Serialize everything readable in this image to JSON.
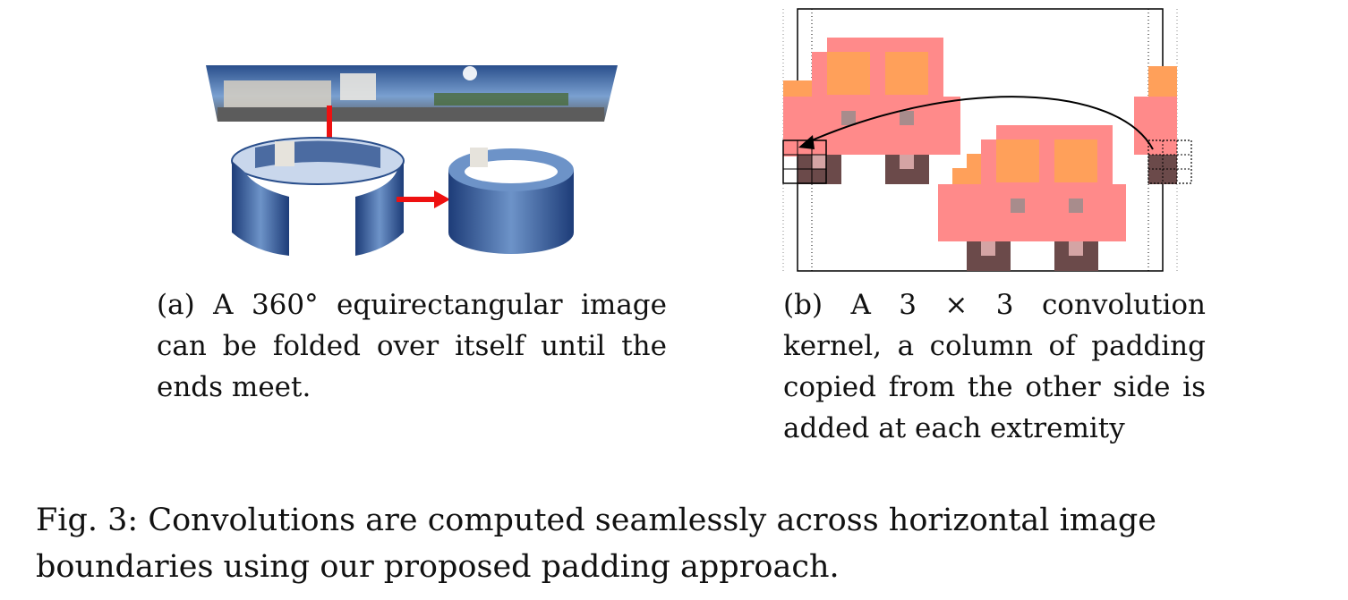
{
  "subfigure_a": {
    "caption": "(a) A 360° equirectangular image can be folded over itself until the ends meet."
  },
  "subfigure_b": {
    "caption": "(b) A 3 × 3 convolution kernel, a column of padding copied from the other side is added at each extremity"
  },
  "figure_caption": "Fig. 3: Convolutions are computed seamlessly across horizontal image boundaries using our proposed padding approach.",
  "colors": {
    "car_body": "#ff8a8a",
    "car_window": "#ffa05a",
    "car_wheel": "#6b4a4a",
    "arrow_red": "#ee1111",
    "sky": "#3a5f9a"
  }
}
